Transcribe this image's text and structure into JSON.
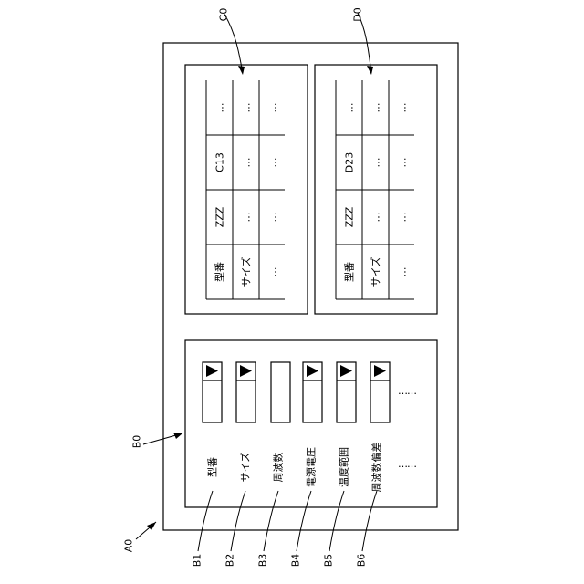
{
  "figure": {
    "outer_label": "A0",
    "panel_label": "B0",
    "item_labels": [
      "B1",
      "B2",
      "B3",
      "B4",
      "B5",
      "B6"
    ],
    "item_texts": [
      "型番",
      "サイズ",
      "周波数",
      "電源電圧",
      "温度範囲",
      "周波数偏差"
    ],
    "ellipsis": "……",
    "controls": [
      {
        "id": "B1",
        "has_arrow": true
      },
      {
        "id": "B2",
        "has_arrow": true
      },
      {
        "id": "B3",
        "has_arrow": false
      },
      {
        "id": "B4",
        "has_arrow": true
      },
      {
        "id": "B5",
        "has_arrow": true
      },
      {
        "id": "B6",
        "has_arrow": true
      }
    ],
    "tables": [
      {
        "label": "C0",
        "columns": [
          [
            "型番",
            "サイズ",
            "…"
          ],
          [
            "ZZZ",
            "…",
            "…"
          ],
          [
            "C13",
            "…",
            "…"
          ],
          [
            "…",
            "…",
            "…"
          ]
        ]
      },
      {
        "label": "D0",
        "columns": [
          [
            "型番",
            "サイズ",
            "…"
          ],
          [
            "ZZZ",
            "…",
            "…"
          ],
          [
            "D23",
            "…",
            "…"
          ],
          [
            "…",
            "…",
            "…"
          ]
        ]
      }
    ]
  }
}
